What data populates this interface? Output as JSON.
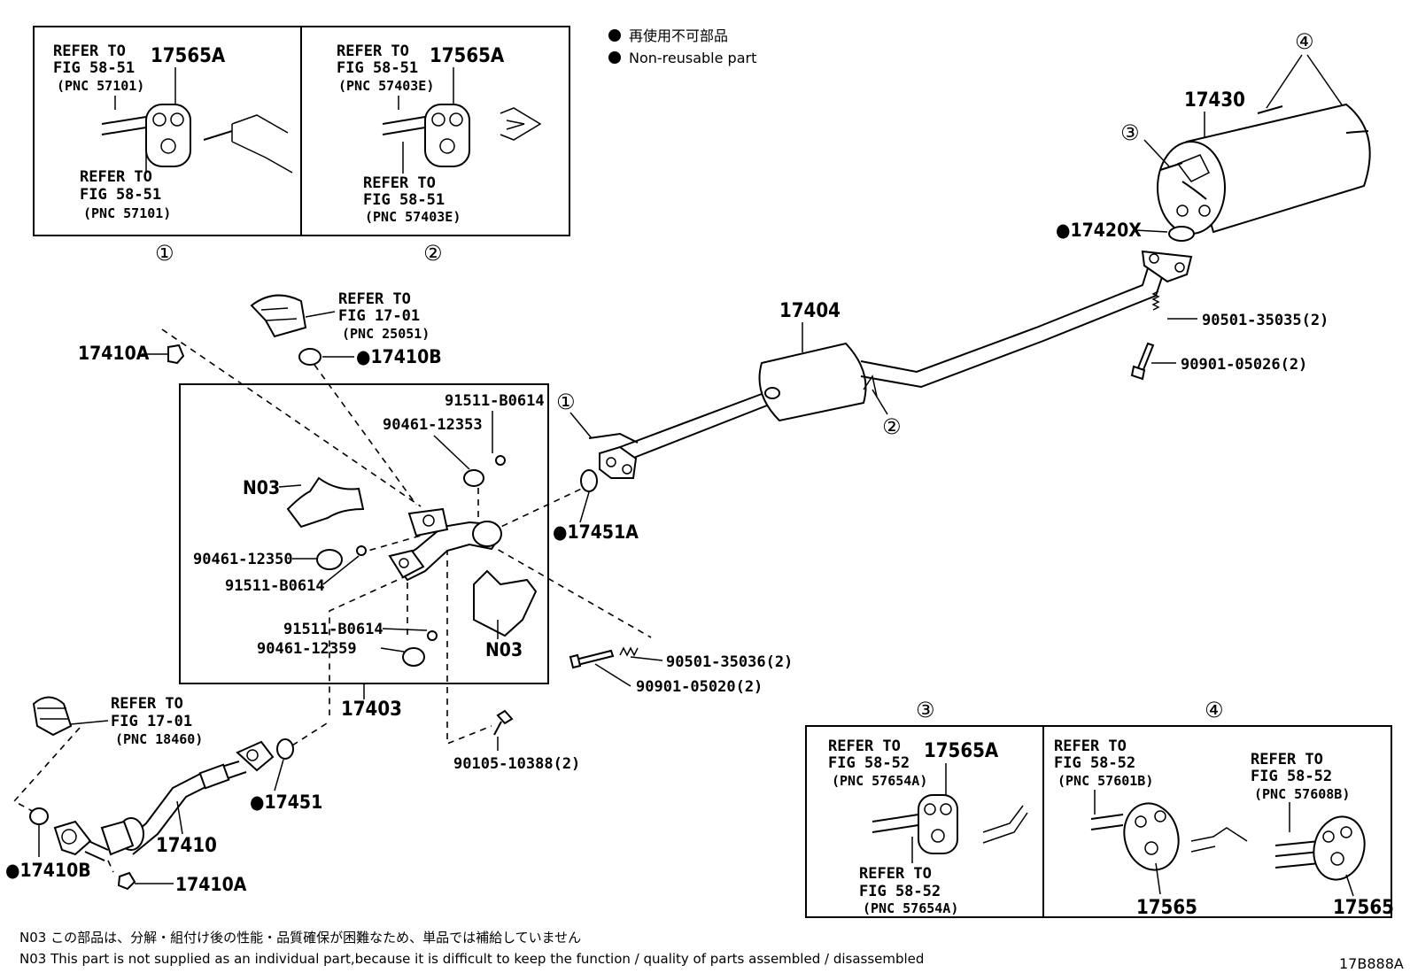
{
  "legend": {
    "line1": "再使用不可部品",
    "line2": "Non-reusable part"
  },
  "inset1": {
    "number": "①",
    "top_ref": [
      "REFER TO",
      "FIG 58-51",
      "(PNC 57101)"
    ],
    "part": "17565A",
    "bottom_ref": [
      "REFER TO",
      "FIG 58-51",
      "(PNC 57101)"
    ]
  },
  "inset2": {
    "number": "②",
    "top_ref": [
      "REFER TO",
      "FIG 58-51",
      "(PNC 57403E)"
    ],
    "part": "17565A",
    "bottom_ref": [
      "REFER TO",
      "FIG 58-51",
      "(PNC 57403E)"
    ]
  },
  "inset3": {
    "number": "③",
    "top_ref": [
      "REFER TO",
      "FIG 58-52",
      "(PNC 57654A)"
    ],
    "part": "17565A",
    "bottom_ref": [
      "REFER TO",
      "FIG 58-52",
      "(PNC 57654A)"
    ]
  },
  "inset4": {
    "number": "④",
    "left_ref": [
      "REFER TO",
      "FIG 58-52",
      "(PNC 57601B)"
    ],
    "right_ref": [
      "REFER TO",
      "FIG 58-52",
      "(PNC 57608B)"
    ],
    "part_left": "17565",
    "part_right": "17565"
  },
  "callouts": {
    "c1": "①",
    "c2": "②",
    "c3": "③",
    "c4": "④"
  },
  "refs": {
    "heat_insulator_top": [
      "REFER TO",
      "FIG 17-01",
      "(PNC 25051)"
    ],
    "heat_insulator_bottom": [
      "REFER TO",
      "FIG 17-01",
      "(PNC 18460)"
    ]
  },
  "parts": {
    "p17430": "17430",
    "p17420X": "●17420X",
    "p90501_35035": "90501-35035(2)",
    "p90901_05026": "90901-05026(2)",
    "p17404": "17404",
    "p17410A_top": "17410A",
    "p17410B_top": "●17410B",
    "p91511_a": "91511-B0614",
    "p90461_12353": "90461-12353",
    "pN03_a": "N03",
    "p17451A": "●17451A",
    "p90461_12350": "90461-12350",
    "p91511_b": "91511-B0614",
    "pN03_b": "N03",
    "p91511_c": "91511-B0614",
    "p90461_12359": "90461-12359",
    "p90501_35036": "90501-35036(2)",
    "p90901_05020": "90901-05020(2)",
    "p17403": "17403",
    "p90105_10388": "90105-10388(2)",
    "p17451": "●17451",
    "p17410": "17410",
    "p17410B_bot": "●17410B",
    "p17410A_bot": "17410A"
  },
  "footer": {
    "note_jp": "N03 この部品は、分解・組付け後の性能・品質確保が困難なため、単品では補給していません",
    "note_en": "N03 This part is not supplied as an individual part,because it is difficult to keep the function / quality of parts assembled / disassembled",
    "fig_code": "17B888A"
  }
}
